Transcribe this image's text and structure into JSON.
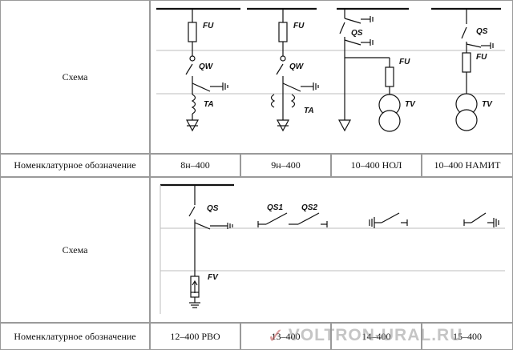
{
  "rows": [
    {
      "label": "Схема",
      "nomenclature_label": "Номенклатурное обозначение",
      "codes": [
        "8н–400",
        "9н–400",
        "10–400 НОЛ",
        "10–400 НАМИТ"
      ]
    },
    {
      "label": "Схема",
      "nomenclature_label": "Номенклатурное обозначение",
      "codes": [
        "12–400 РВО",
        "13–400",
        "14–400",
        "15–400"
      ]
    }
  ],
  "symbols": {
    "fu": "FU",
    "qw": "QW",
    "ta": "TA",
    "qs": "QS",
    "tv": "TV",
    "qs1": "QS1",
    "qs2": "QS2",
    "fv": "FV"
  },
  "watermark": "VOLTRON-URAL.RU",
  "colors": {
    "line": "#111111",
    "grid": "#9a9a9a",
    "thin": "#bdbdbd"
  }
}
